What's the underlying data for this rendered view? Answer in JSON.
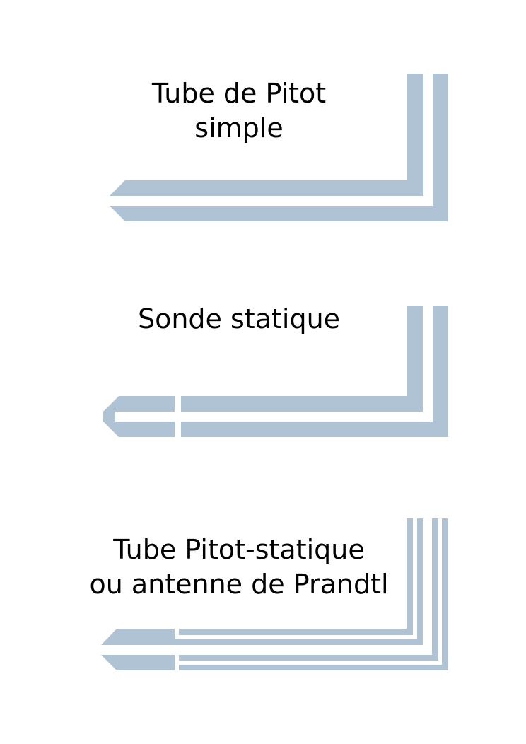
{
  "colors": {
    "tube": "#b0c3d4",
    "text": "#000000",
    "background": "#ffffff"
  },
  "diagrams": [
    {
      "label_lines": [
        "Tube de Pitot",
        "simple"
      ]
    },
    {
      "label_lines": [
        "Sonde statique"
      ]
    },
    {
      "label_lines": [
        "Tube Pitot-statique",
        "ou antenne de Prandtl"
      ]
    }
  ]
}
